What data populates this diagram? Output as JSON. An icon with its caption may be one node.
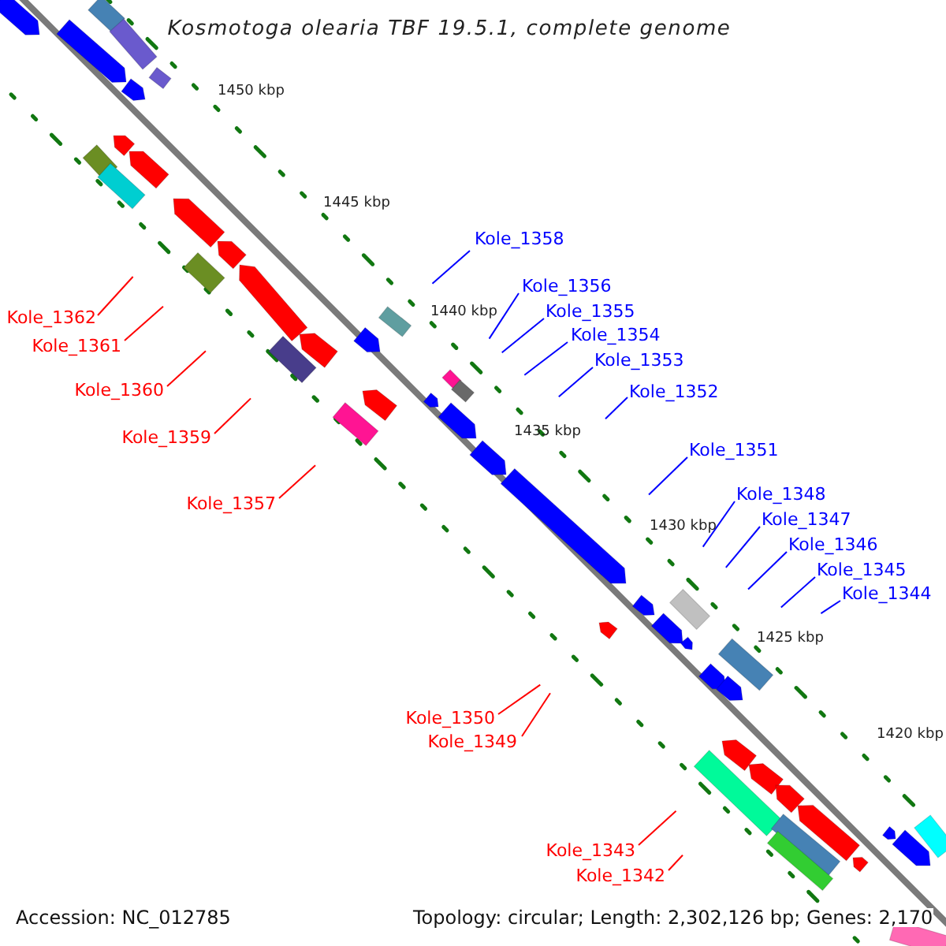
{
  "diagram": {
    "title": "Kosmotoga olearia TBF 19.5.1, complete genome",
    "nodes": [
      {
        "text": [
          "Kole_1358"
        ]
      },
      {
        "text": [
          "Kole_1356"
        ]
      },
      {
        "text": [
          "Kole_1355"
        ]
      },
      {
        "text": [
          "Kole_1362"
        ]
      },
      {
        "text": [
          "Kole_1354"
        ]
      },
      {
        "text": [
          "Kole_1361"
        ]
      },
      {
        "text": [
          "Kole_1353"
        ]
      },
      {
        "text": [
          "Kole_1360"
        ]
      },
      {
        "text": [
          "Kole_1352"
        ]
      },
      {
        "text": [
          "Kole_1359"
        ]
      },
      {
        "text": [
          "Kole_1351"
        ]
      },
      {
        "text": [
          "Kole_1348"
        ]
      },
      {
        "text": [
          "Kole_1357"
        ]
      },
      {
        "text": [
          "Kole_1347"
        ]
      },
      {
        "text": [
          "Kole_1346"
        ]
      },
      {
        "text": [
          "Kole_1345"
        ]
      },
      {
        "text": [
          "Kole_1344"
        ]
      },
      {
        "text": [
          "Kole_1350"
        ]
      },
      {
        "text": [
          "Kole_1349"
        ]
      },
      {
        "text": [
          "Kole_1343"
        ]
      },
      {
        "text": [
          "Kole_1342"
        ]
      }
    ],
    "edges": [
      {
        "from": 0,
        "to": null,
        "arrow": "none"
      },
      {
        "from": 1,
        "to": null,
        "arrow": "none"
      },
      {
        "from": 2,
        "to": null,
        "arrow": "none"
      },
      {
        "from": 3,
        "to": null,
        "arrow": "none",
        "color": "#ff0000"
      },
      {
        "from": 4,
        "to": null,
        "arrow": "none"
      },
      {
        "from": 5,
        "to": null,
        "arrow": "none",
        "color": "#ff0000"
      },
      {
        "from": 6,
        "to": null,
        "arrow": "none"
      },
      {
        "from": 7,
        "to": null,
        "arrow": "none",
        "color": "#ff0000"
      },
      {
        "from": 8,
        "to": null,
        "arrow": "none"
      },
      {
        "from": 9,
        "to": null,
        "arrow": "none",
        "color": "#ff0000"
      },
      {
        "from": 10,
        "to": null,
        "arrow": "none"
      },
      {
        "from": 11,
        "to": null,
        "arrow": "none"
      },
      {
        "from": 12,
        "to": null,
        "arrow": "none",
        "color": "#ff0000"
      },
      {
        "from": 13,
        "to": null,
        "arrow": "none"
      },
      {
        "from": 14,
        "to": null,
        "arrow": "none"
      },
      {
        "from": 15,
        "to": null,
        "arrow": "none"
      },
      {
        "from": 16,
        "to": null,
        "arrow": "none"
      },
      {
        "from": 17,
        "to": null,
        "arrow": "none",
        "color": "#ff0000"
      },
      {
        "from": 18,
        "to": null,
        "arrow": "none",
        "color": "#ff0000"
      },
      {
        "from": 19,
        "to": null,
        "arrow": "none",
        "color": "#ff0000"
      },
      {
        "from": 20,
        "to": null,
        "arrow": "none",
        "color": "#ff0000"
      }
    ],
    "labels": [
      "1450 kbp",
      "1445 kbp",
      "1440 kbp",
      "1435 kbp",
      "1430 kbp",
      "1425 kbp",
      "1420 kbp",
      "Accession: NC_012785",
      "Topology: circular; Length: 2,302,126 bp; Genes: 2,170"
    ]
  }
}
